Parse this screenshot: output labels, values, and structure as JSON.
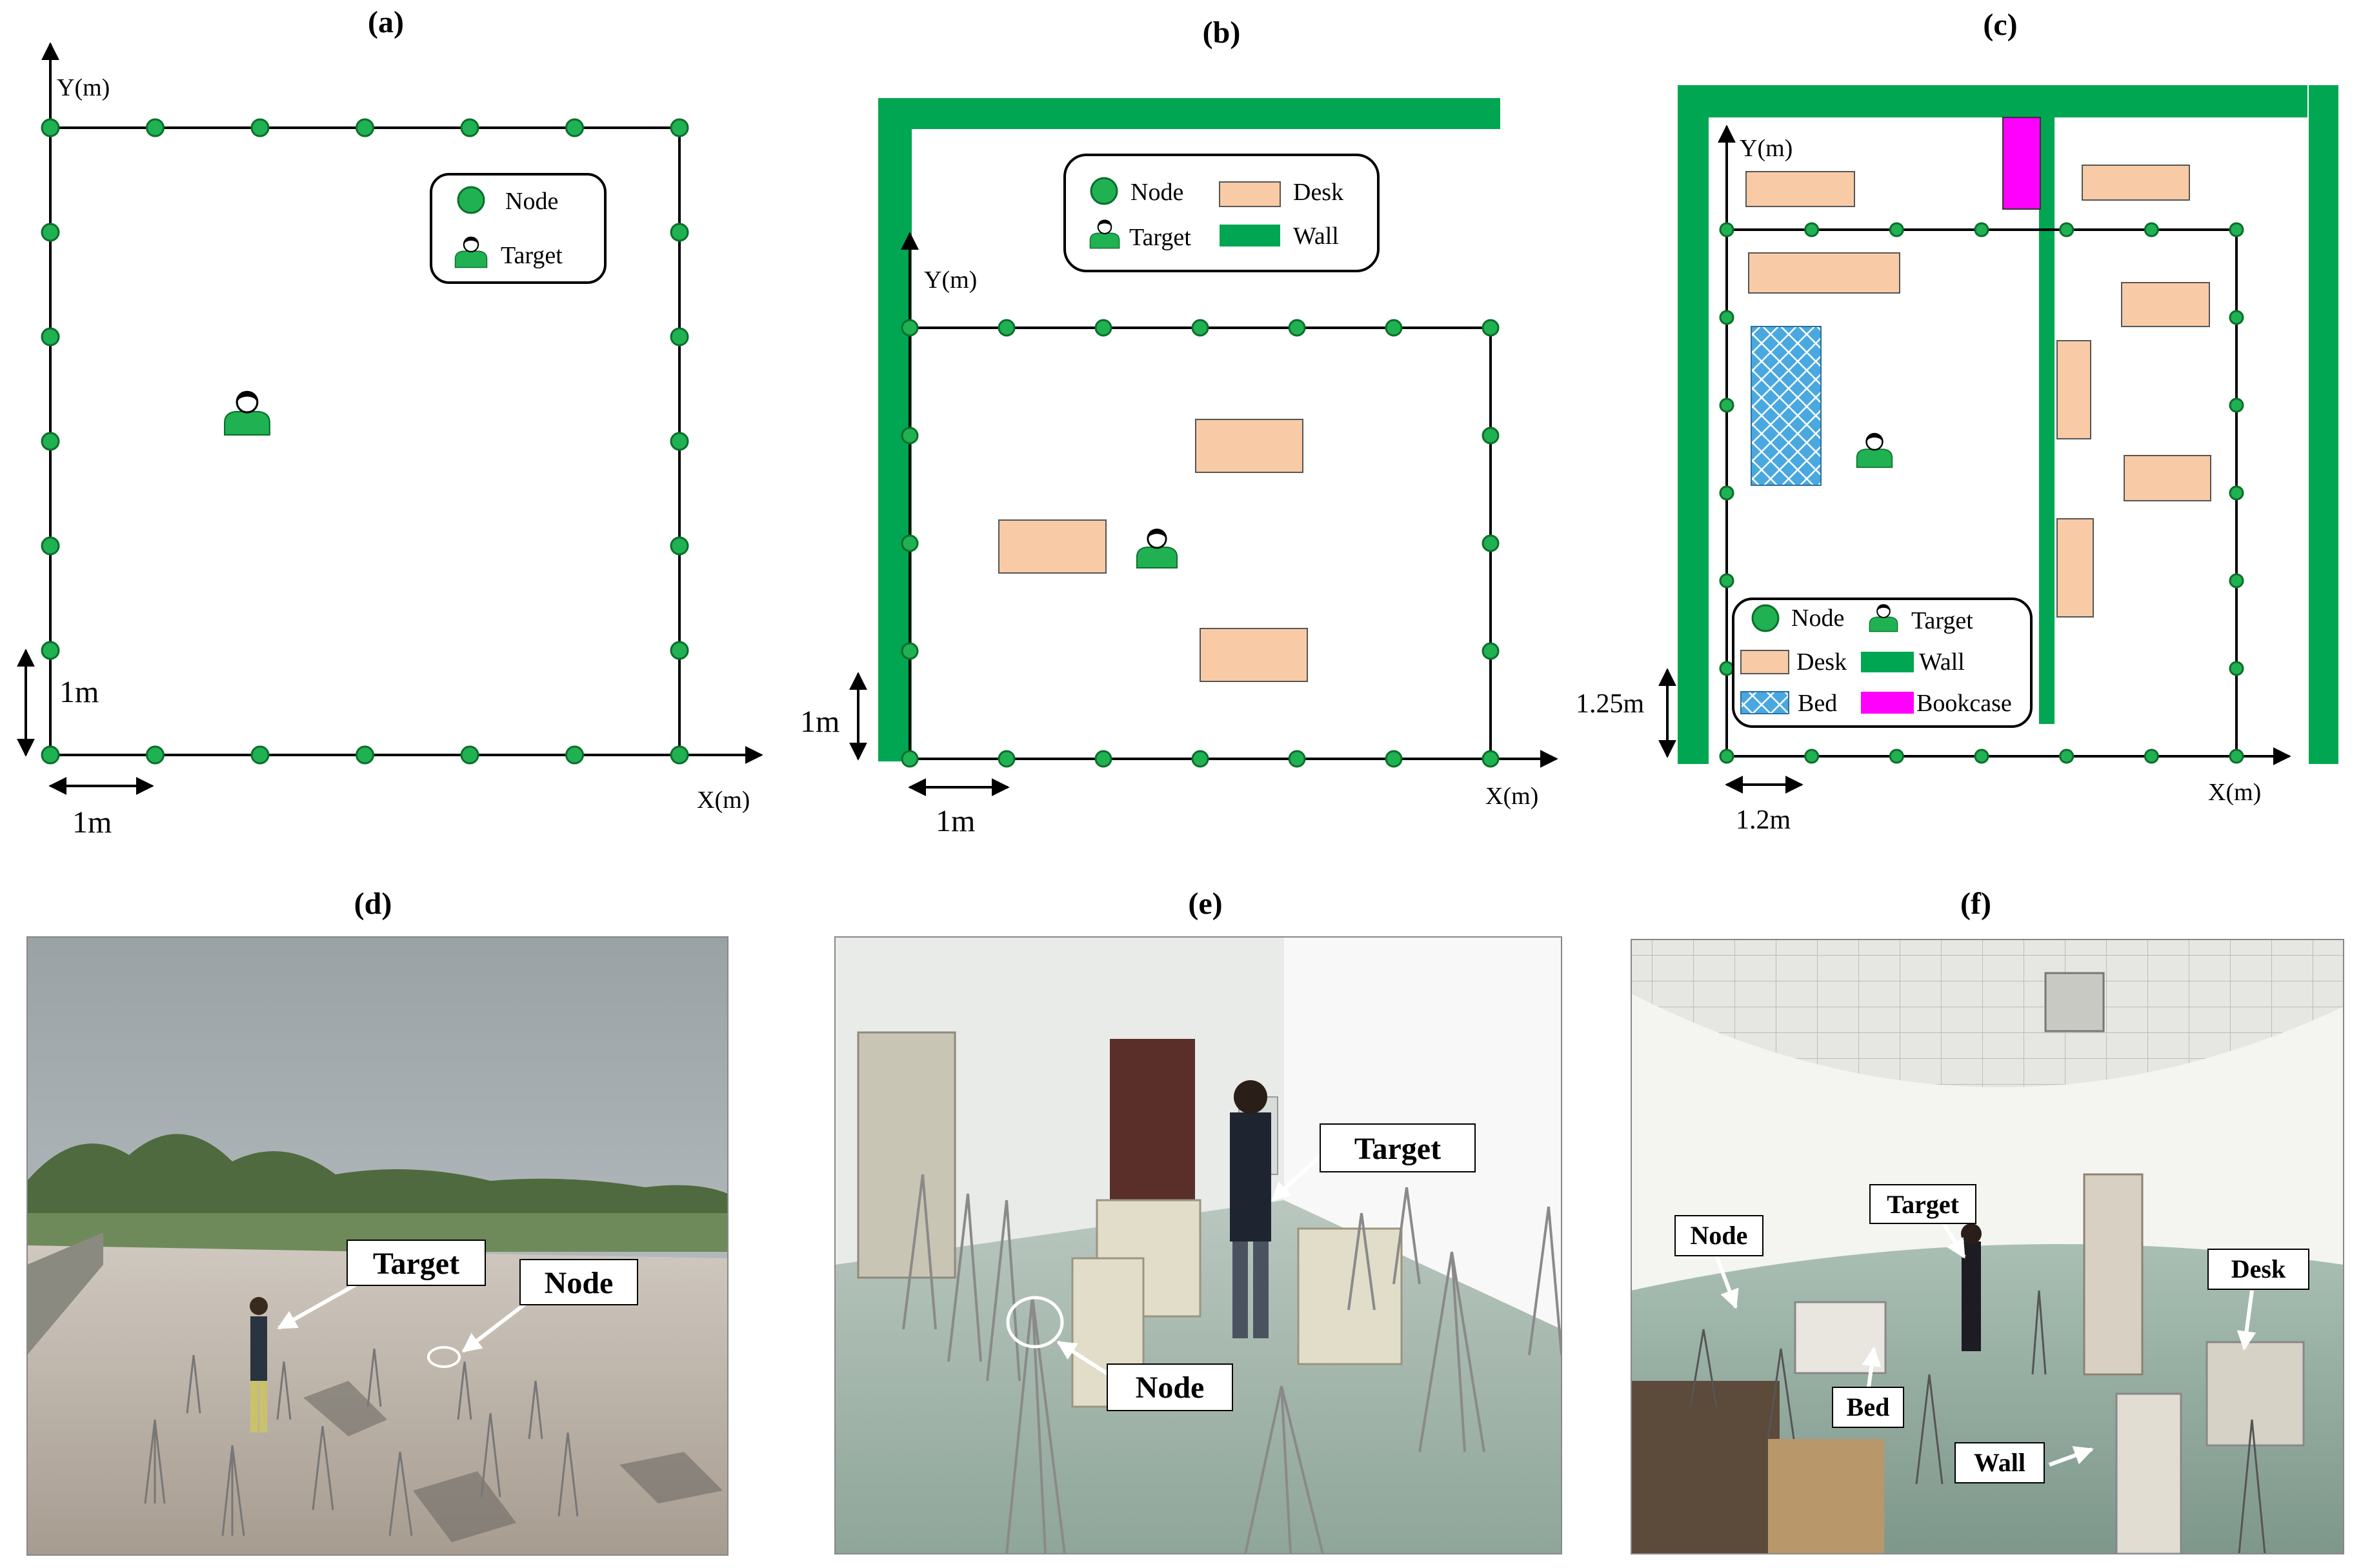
{
  "panels": {
    "a": {
      "title": "(a)",
      "y_axis": "Y(m)",
      "x_axis": "X(m)",
      "dim_x": "1m",
      "dim_y": "1m",
      "legend": {
        "node": "Node",
        "target": "Target"
      }
    },
    "b": {
      "title": "(b)",
      "y_axis": "Y(m)",
      "x_axis": "X(m)",
      "dim_x": "1m",
      "dim_y": "1m",
      "legend": {
        "node": "Node",
        "target": "Target",
        "desk": "Desk",
        "wall": "Wall"
      }
    },
    "c": {
      "title": "(c)",
      "y_axis": "Y(m)",
      "x_axis": "X(m)",
      "dim_x": "1.2m",
      "dim_y": "1.25m",
      "legend": {
        "node": "Node",
        "target": "Target",
        "desk": "Desk",
        "wall": "Wall",
        "bed": "Bed",
        "bookcase": "Bookcase"
      }
    },
    "d": {
      "title": "(d)",
      "labels": {
        "target": "Target",
        "node": "Node"
      }
    },
    "e": {
      "title": "(e)",
      "labels": {
        "target": "Target",
        "node": "Node"
      }
    },
    "f": {
      "title": "(f)",
      "labels": {
        "target": "Target",
        "node": "Node",
        "desk": "Desk",
        "bed": "Bed",
        "wall": "Wall"
      }
    }
  },
  "colors": {
    "node_fill": "#1fb152",
    "wall": "#00a651",
    "desk": "#f8cba6",
    "bed": "#4aa8e0",
    "bookcase": "#ff00ff",
    "target_icon": "#1fb152"
  }
}
